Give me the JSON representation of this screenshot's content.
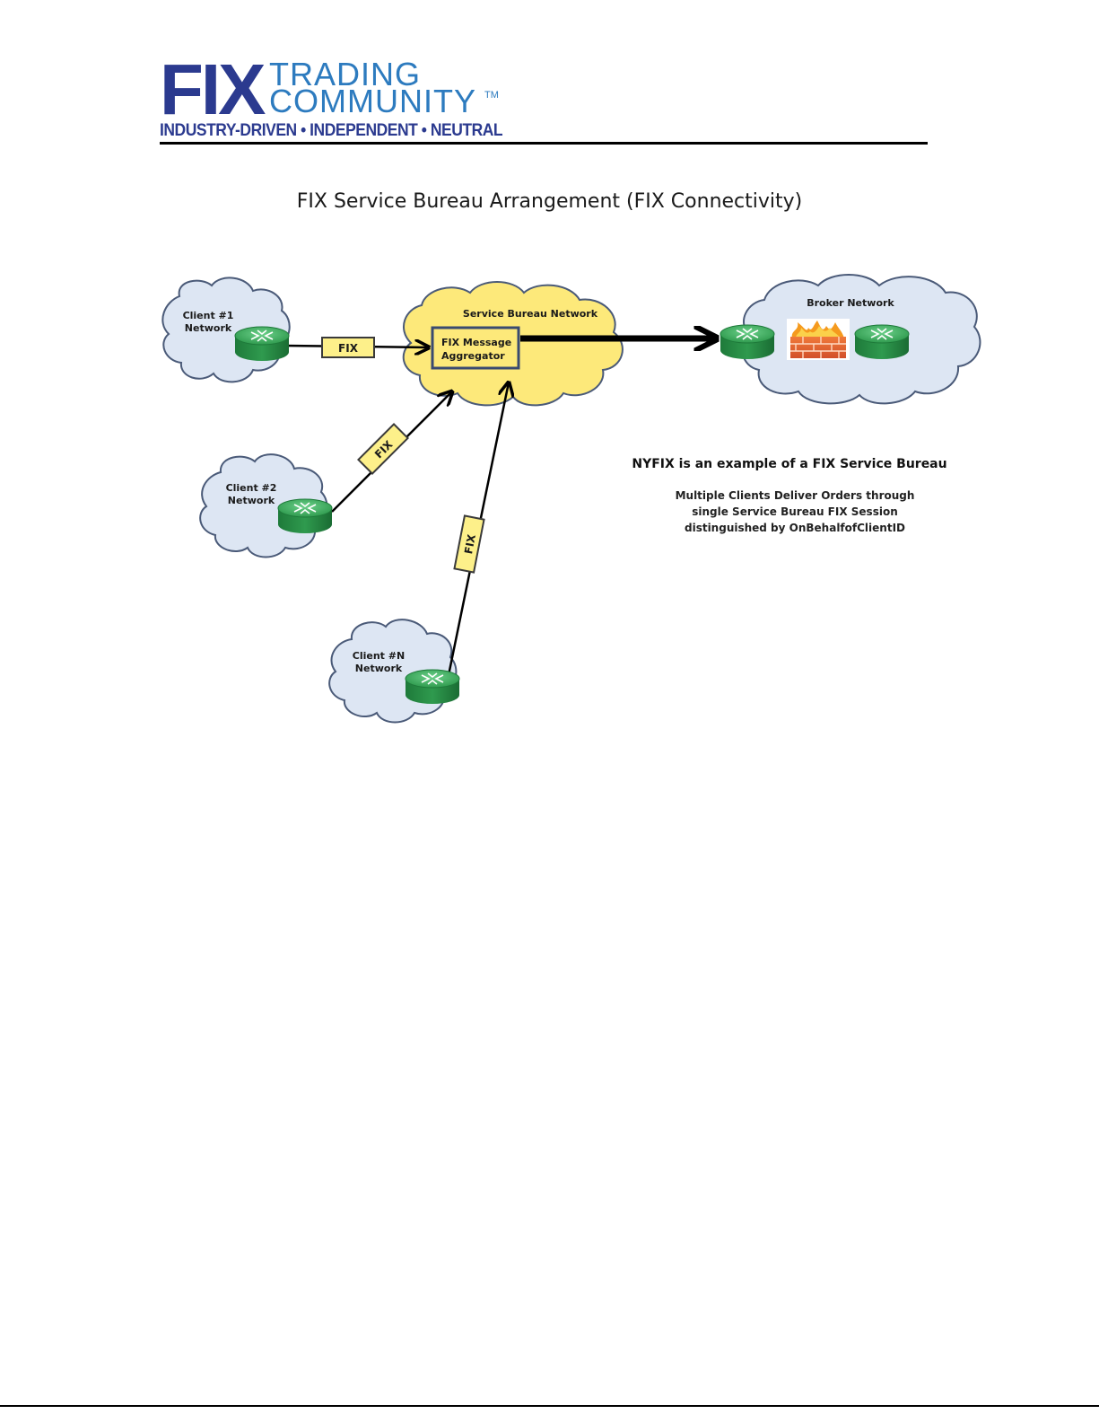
{
  "header": {
    "logo_fix": "FIX",
    "logo_line1": "TRADING",
    "logo_line2": "COMMUNITY",
    "logo_tm": "TM",
    "tagline": "INDUSTRY-DRIVEN • INDEPENDENT • NEUTRAL"
  },
  "title": "FIX Service Bureau Arrangement (FIX Connectivity)",
  "diagram": {
    "client1": {
      "line1": "Client #1",
      "line2": "Network"
    },
    "client2": {
      "line1": "Client #2",
      "line2": "Network"
    },
    "clientN": {
      "line1": "Client #N",
      "line2": "Network"
    },
    "bureau": {
      "label": "Service Bureau Network"
    },
    "aggregator": {
      "line1": "FIX Message",
      "line2": "Aggregator"
    },
    "broker": {
      "label": "Broker Network"
    },
    "link_label": "FIX"
  },
  "note": {
    "heading": "NYFIX is an example of a FIX Service Bureau",
    "line1": "Multiple Clients Deliver Orders through",
    "line2": "single Service Bureau FIX Session",
    "line3": "distinguished by OnBehalfofClientID"
  },
  "colors": {
    "cloud_blue": "#dde6f3",
    "cloud_yellow": "#fde97a",
    "router_green": "#3aa45a",
    "label_box": "#fdf08a",
    "logo_dark": "#2b3a8f",
    "logo_light": "#2d7bbf"
  }
}
